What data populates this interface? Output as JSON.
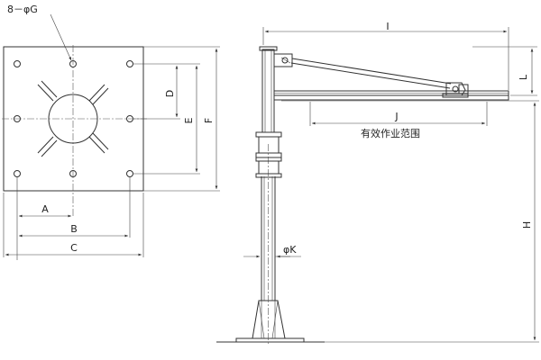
{
  "base_plate": {
    "hole_callout": "8－φG",
    "dim_a": "A",
    "dim_b": "B",
    "dim_c": "C",
    "dim_d": "D",
    "dim_e": "E",
    "dim_f": "F"
  },
  "crane": {
    "dim_i": "I",
    "dim_l": "L",
    "dim_j": "J",
    "effective_range": "有效作业范围",
    "dim_h": "H",
    "dim_k": "φK"
  }
}
